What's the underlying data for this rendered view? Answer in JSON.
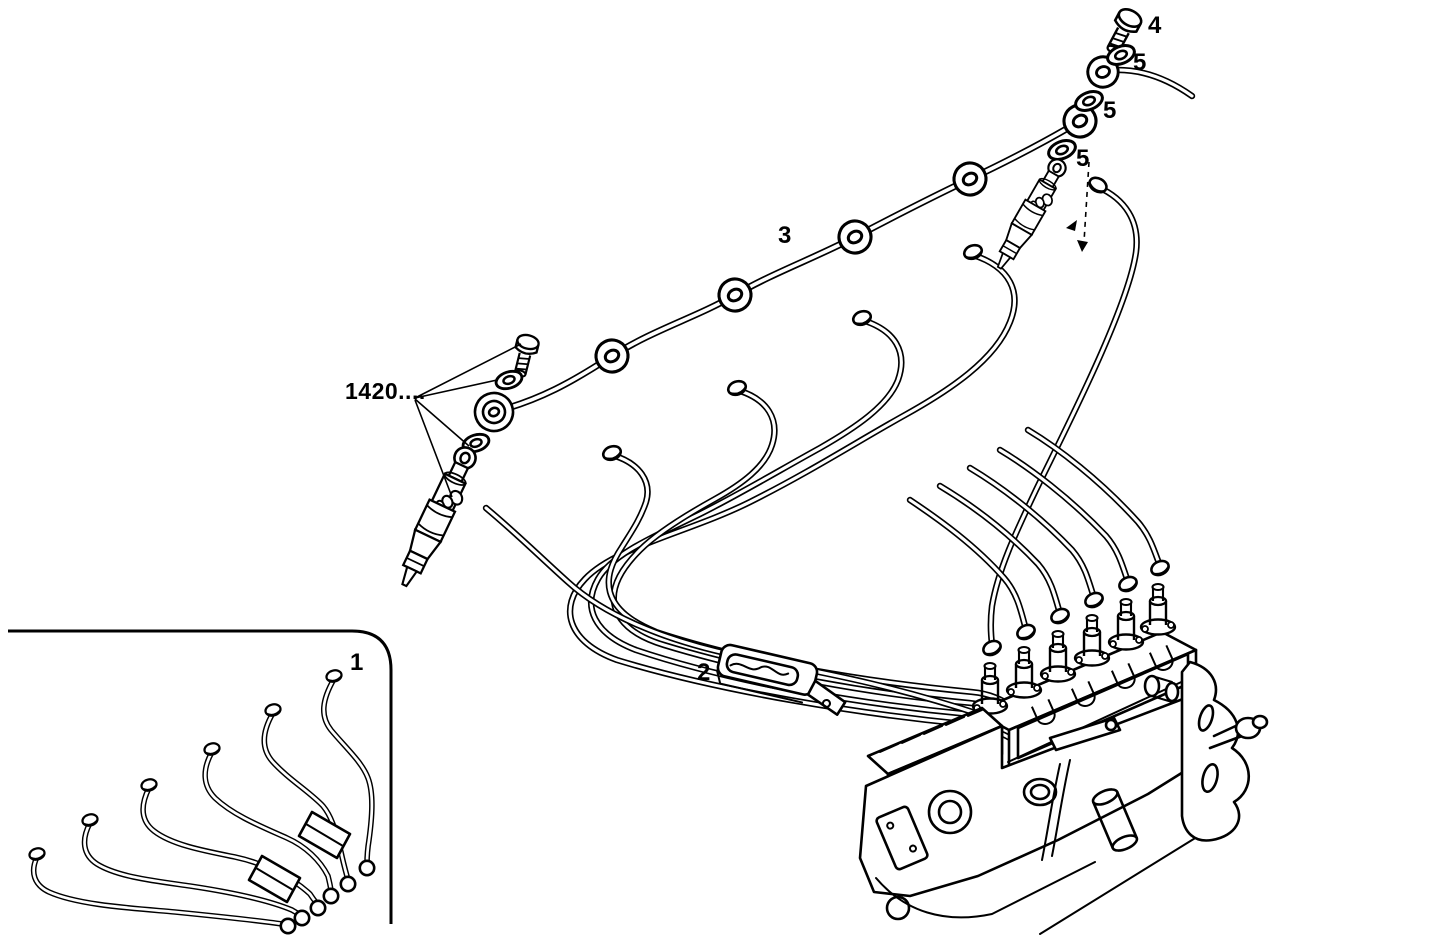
{
  "diagram": {
    "background_color": "#ffffff",
    "line_color": "#000000",
    "callouts": {
      "part1": "1",
      "part2": "2",
      "part3": "3",
      "part4": "4",
      "part5_top": "5",
      "part5_middle": "5",
      "part5_bottom": "5",
      "assembly_ref": "1420...."
    }
  }
}
